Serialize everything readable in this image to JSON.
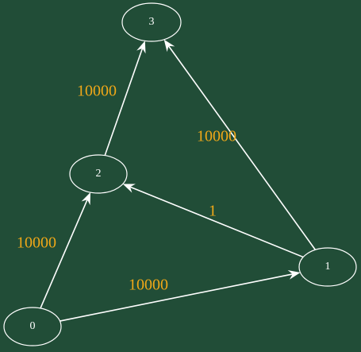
{
  "colors": {
    "background": "#214d37",
    "stroke": "#ffffff",
    "weight_label": "#f0a818"
  },
  "nodes": [
    {
      "id": "0",
      "label": "0"
    },
    {
      "id": "1",
      "label": "1"
    },
    {
      "id": "2",
      "label": "2"
    },
    {
      "id": "3",
      "label": "3"
    }
  ],
  "edges": [
    {
      "from": "0",
      "to": "1",
      "weight": "10000"
    },
    {
      "from": "0",
      "to": "2",
      "weight": "10000"
    },
    {
      "from": "1",
      "to": "2",
      "weight": "1"
    },
    {
      "from": "2",
      "to": "3",
      "weight": "10000"
    },
    {
      "from": "1",
      "to": "3",
      "weight": "10000"
    }
  ]
}
